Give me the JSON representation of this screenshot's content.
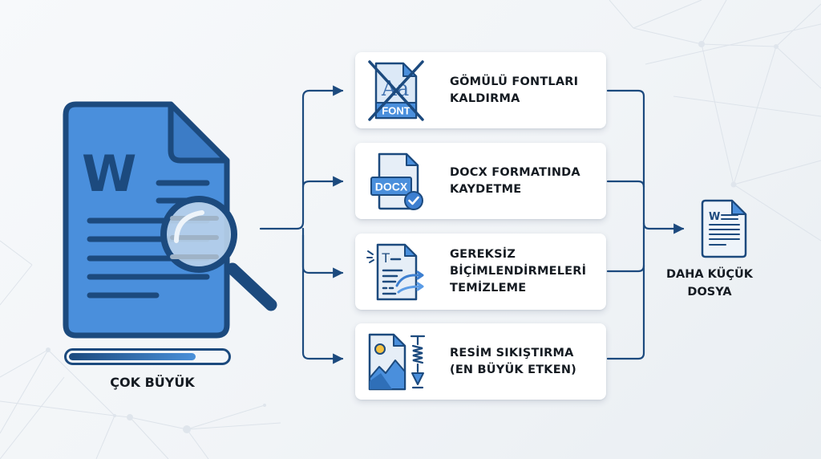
{
  "diagram": {
    "input": {
      "icon": "word-document-magnifier-icon",
      "size_indicator_percent": 78,
      "label": "ÇOK BÜYÜK"
    },
    "steps": [
      {
        "icon": "no-embedded-font-icon",
        "icon_text": "FONT",
        "lines": [
          "GÖMÜLÜ FONTLARI",
          "KALDIRMA"
        ]
      },
      {
        "icon": "docx-file-check-icon",
        "icon_text": "DOCX",
        "lines": [
          "DOCX FORMATINDA",
          "KAYDETME"
        ]
      },
      {
        "icon": "clean-formatting-icon",
        "icon_text": "T",
        "lines": [
          "GEREKSİZ",
          "BİÇİMLENDİRMELERİ",
          "TEMİZLEME"
        ]
      },
      {
        "icon": "image-compress-icon",
        "icon_text": "",
        "lines": [
          "RESİM SIKIŞTIRMA",
          "(EN BÜYÜK ETKEN)"
        ]
      }
    ],
    "output": {
      "icon": "small-word-document-icon",
      "icon_text": "W",
      "lines": [
        "DAHA KÜÇÜK",
        "DOSYA"
      ]
    },
    "colors": {
      "primary_dark": "#1c4a7e",
      "primary": "#3d7fd0",
      "primary_light": "#5b9ce6",
      "background": "#f3f6f9",
      "card": "#ffffff",
      "text": "#151b22"
    }
  }
}
